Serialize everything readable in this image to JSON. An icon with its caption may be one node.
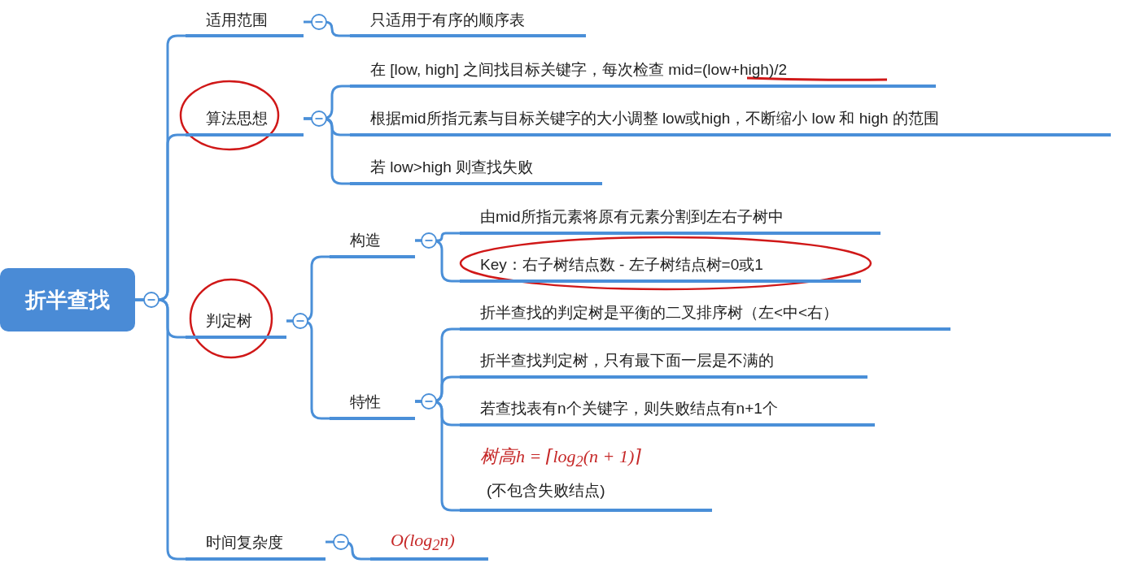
{
  "diagram": {
    "nodes": [
      {
        "text": [
          "折半查找"
        ]
      },
      {
        "text": [
          "适用范围"
        ]
      },
      {
        "text": [
          "只适用于有序的顺序表"
        ]
      },
      {
        "text": [
          "算法思想"
        ]
      },
      {
        "text": [
          "在 [low, high] 之间找目标关键字，每次检查 mid=(low+high)/2"
        ]
      },
      {
        "text": [
          "根据mid所指元素与目标关键字的大小调整 low或high，不断缩小 low 和 high 的范围"
        ]
      },
      {
        "text": [
          "若 low>high 则查找失败"
        ]
      },
      {
        "text": [
          "判定树"
        ]
      },
      {
        "text": [
          "构造"
        ]
      },
      {
        "text": [
          "由mid所指元素将原有元素分割到左右子树中"
        ]
      },
      {
        "text": [
          "Key：右子树结点数 - 左子树结点树=0或1"
        ]
      },
      {
        "text": [
          "特性"
        ]
      },
      {
        "text": [
          "折半查找的判定树是平衡的二叉排序树（左<中<右）"
        ]
      },
      {
        "text": [
          "折半查找判定树，只有最下面一层是不满的"
        ]
      },
      {
        "text": [
          "若查找表有n个关键字，则失败结点有n+1个"
        ]
      },
      {
        "text": [
          "树高h = ⌈log$_{2}$(n + 1)⌉",
          "(不包含失败结点)"
        ]
      },
      {
        "text": [
          "时间复杂度"
        ]
      },
      {
        "text": [
          "O(log$_{2}$n)"
        ]
      }
    ],
    "edges": [
      {
        "from": 0,
        "to": 1,
        "arrow": "none"
      },
      {
        "from": 0,
        "to": 3,
        "arrow": "none"
      },
      {
        "from": 0,
        "to": 7,
        "arrow": "none"
      },
      {
        "from": 0,
        "to": 16,
        "arrow": "none"
      },
      {
        "from": 1,
        "to": 2,
        "arrow": "none"
      },
      {
        "from": 3,
        "to": 4,
        "arrow": "none"
      },
      {
        "from": 3,
        "to": 5,
        "arrow": "none"
      },
      {
        "from": 3,
        "to": 6,
        "arrow": "none"
      },
      {
        "from": 7,
        "to": 8,
        "arrow": "none"
      },
      {
        "from": 7,
        "to": 11,
        "arrow": "none"
      },
      {
        "from": 8,
        "to": 9,
        "arrow": "none"
      },
      {
        "from": 8,
        "to": 10,
        "arrow": "none"
      },
      {
        "from": 11,
        "to": 12,
        "arrow": "none"
      },
      {
        "from": 11,
        "to": 13,
        "arrow": "none"
      },
      {
        "from": 11,
        "to": 14,
        "arrow": "none"
      },
      {
        "from": 11,
        "to": 15,
        "arrow": "none"
      },
      {
        "from": 16,
        "to": 17,
        "arrow": "none"
      }
    ]
  }
}
